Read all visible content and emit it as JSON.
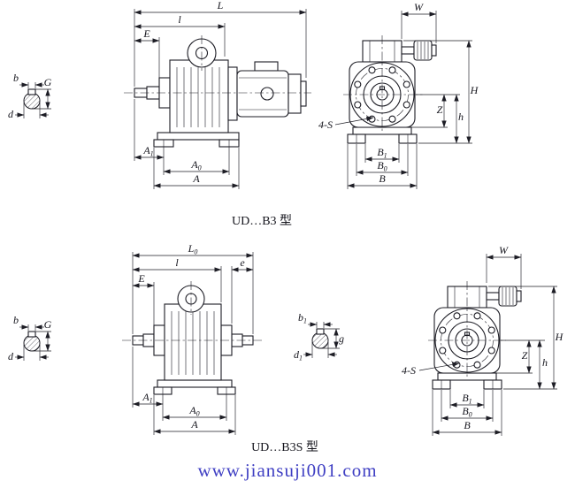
{
  "ink_color": "#1d1d25",
  "footer": {
    "text": "www.jiansuji001.com",
    "color": "#3f3fc3"
  },
  "top_drawing": {
    "caption": "UD…B3 型",
    "labels": {
      "L": "L",
      "l": "l",
      "E": "E",
      "b": "b",
      "G": "G",
      "d": "d",
      "A1": {
        "base": "A",
        "sub": "1"
      },
      "A0": {
        "base": "A",
        "sub": "0"
      },
      "A": "A",
      "W": "W",
      "H": "H",
      "Z": "Z",
      "h": "h",
      "four_s": "4-S",
      "B1": {
        "base": "B",
        "sub": "1"
      },
      "B0": {
        "base": "B",
        "sub": "0"
      },
      "B": "B"
    }
  },
  "bottom_drawing": {
    "caption": "UD…B3S 型",
    "labels": {
      "L0": {
        "base": "L",
        "sub": "0"
      },
      "l": "l",
      "e": "e",
      "E": "E",
      "b": "b",
      "G": "G",
      "d": "d",
      "b1": {
        "base": "b",
        "sub": "1"
      },
      "d1": {
        "base": "d",
        "sub": "1"
      },
      "g": "g",
      "A1": {
        "base": "A",
        "sub": "1"
      },
      "A0": {
        "base": "A",
        "sub": "0"
      },
      "A": "A",
      "W": "W",
      "H": "H",
      "Z": "Z",
      "h": "h",
      "four_s": "4-S",
      "B1": {
        "base": "B",
        "sub": "1"
      },
      "B0": {
        "base": "B",
        "sub": "0"
      },
      "B": "B"
    }
  }
}
